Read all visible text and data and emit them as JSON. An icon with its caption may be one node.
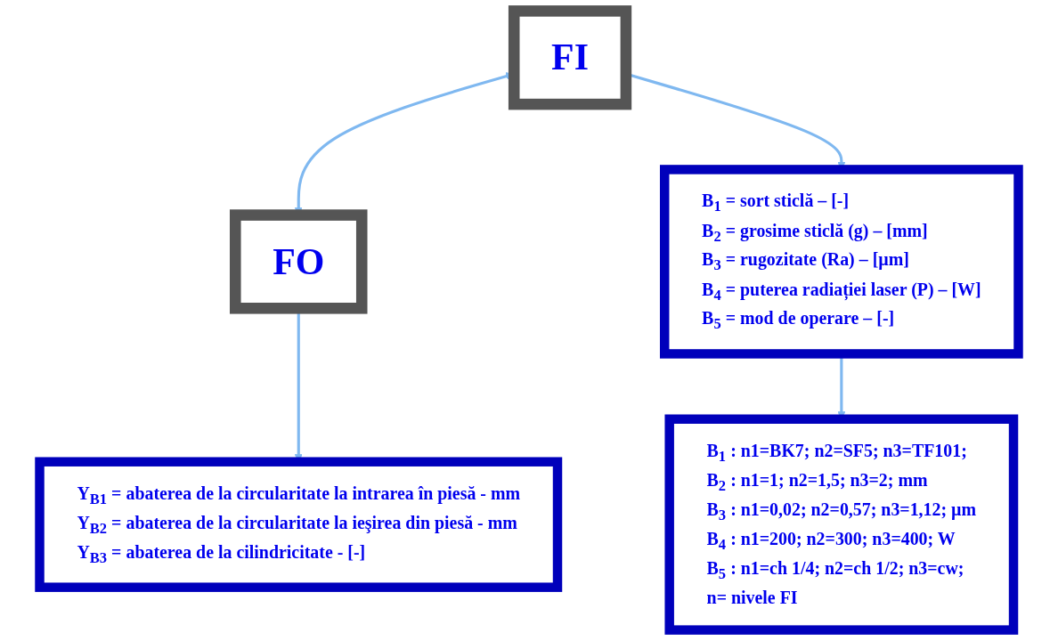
{
  "diagram": {
    "nodes": [
      {
        "text": [
          "FI"
        ]
      },
      {
        "text": [
          "FO"
        ]
      },
      {
        "text": [
          "B$_{1}$ = sort sticlă  – [-]",
          "B$_{2}$ = grosime sticlă (g) – [mm]",
          "B$_{3}$ = rugozitate (Ra) – [µm]",
          "B$_{4}$ = puterea radiației laser (P) – [W]",
          "B$_{5}$ = mod de operare  – [-]"
        ]
      },
      {
        "text": [
          "Y$_{B1}$ = abaterea de la circularitate la intrarea în piesă   - mm",
          "Y$_{B2}$ = abaterea de la circularitate la ieşirea din piesă  - mm",
          "Y$_{B3}$ = abaterea de la cilindricitate  - [-]"
        ]
      },
      {
        "text": [
          "B$_{1}$ : n1=BK7; n2=SF5; n3=TF101;",
          "B$_{2}$ : n1=1; n2=1,5; n3=2; mm",
          "B$_{3}$ : n1=0,02; n2=0,57; n3=1,12; µm",
          "B$_{4}$ : n1=200; n2=300; n3=400;  W",
          "B$_{5}$ : n1=ch 1/4; n2=ch 1/2; n3=cw;",
          "n= nivele FI"
        ]
      }
    ],
    "edges": [
      {
        "from": 0,
        "to": 1,
        "arrow": "both"
      },
      {
        "from": 0,
        "to": 2,
        "arrow": "to"
      },
      {
        "from": 1,
        "to": 3,
        "arrow": "to"
      },
      {
        "from": 2,
        "to": 4,
        "arrow": "to"
      }
    ]
  }
}
